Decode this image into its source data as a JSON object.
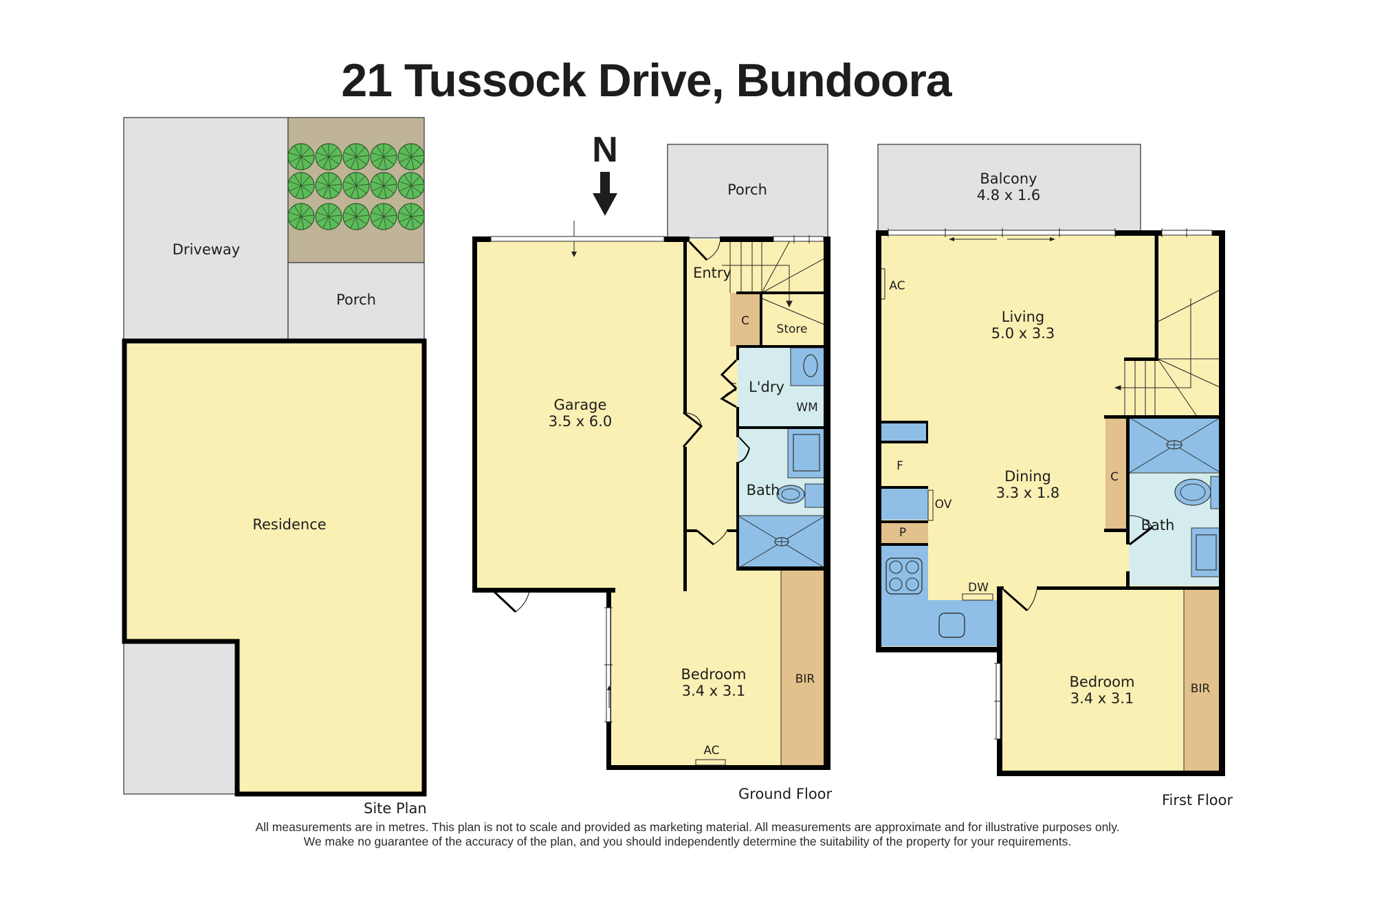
{
  "title": "21 Tussock Drive, Bundoora",
  "compass": {
    "label": "N",
    "icon": "north-arrow-icon"
  },
  "colors": {
    "room_fill": "#fbf0b4",
    "wet_area_fill": "#d4ecee",
    "fixture_blue": "#8fbfe6",
    "cupboard_fill": "#e3c18c",
    "outdoor_grey": "#e2e2e2",
    "garden_fill": "#bfb497",
    "plant_green": "#5dbb5a",
    "wall": "#000000"
  },
  "site_plan": {
    "caption": "Site Plan",
    "areas": [
      {
        "name": "Driveway"
      },
      {
        "name": "Porch"
      },
      {
        "name": "Residence"
      }
    ]
  },
  "ground_floor": {
    "caption": "Ground Floor",
    "rooms": {
      "porch": {
        "name": "Porch"
      },
      "entry": {
        "name": "Entry"
      },
      "garage": {
        "name": "Garage",
        "size": "3.5 x 6.0"
      },
      "cupboard": {
        "name": "C"
      },
      "store": {
        "name": "Store"
      },
      "laundry": {
        "name": "L'dry",
        "fixture": "WM"
      },
      "bath": {
        "name": "Bath"
      },
      "bedroom": {
        "name": "Bedroom",
        "size": "3.4 x 3.1",
        "robe": "BIR",
        "ac": "AC"
      }
    }
  },
  "first_floor": {
    "caption": "First Floor",
    "rooms": {
      "balcony": {
        "name": "Balcony",
        "size": "4.8 x 1.6"
      },
      "living": {
        "name": "Living",
        "size": "5.0 x 3.3",
        "ac": "AC"
      },
      "dining": {
        "name": "Dining",
        "size": "3.3 x 1.8"
      },
      "kitchen": {
        "fridge": "F",
        "oven": "OV",
        "pantry": "P",
        "dishwasher": "DW"
      },
      "cupboard": {
        "name": "C"
      },
      "bath": {
        "name": "Bath"
      },
      "bedroom": {
        "name": "Bedroom",
        "size": "3.4 x 3.1",
        "robe": "BIR"
      }
    }
  },
  "disclaimer": {
    "line1": "All measurements are in metres. This plan is not to scale and provided as marketing material. All measurements are approximate and for illustrative purposes only.",
    "line2": "We make no guarantee of the accuracy of the plan, and you should independently determine the suitability of the property for your requirements."
  }
}
